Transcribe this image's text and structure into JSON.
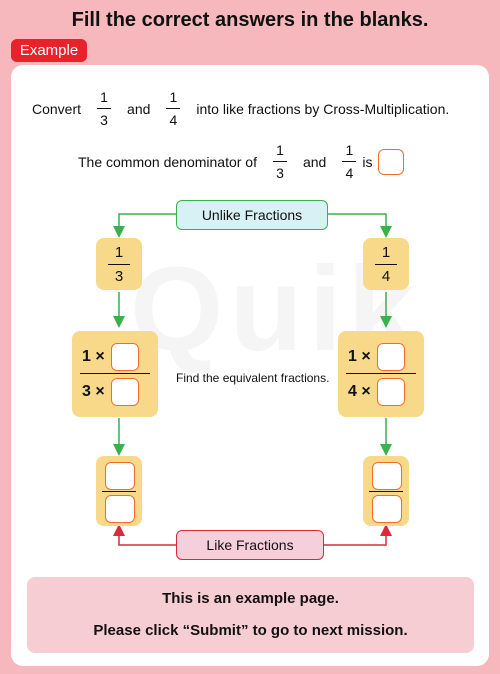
{
  "page": {
    "title": "Fill the correct answers in the blanks.",
    "tag": "Example"
  },
  "question": {
    "convert_label": "Convert",
    "and_label": "and",
    "frac1": {
      "num": "1",
      "den": "3"
    },
    "frac2": {
      "num": "1",
      "den": "4"
    },
    "suffix": "into like fractions by Cross-Multiplication."
  },
  "denominator": {
    "prefix": "The common denominator of",
    "and_label": "and",
    "is_label": "is",
    "frac1": {
      "num": "1",
      "den": "3"
    },
    "frac2": {
      "num": "1",
      "den": "4"
    }
  },
  "diagram": {
    "unlike_label": "Unlike Fractions",
    "like_label": "Like Fractions",
    "left": {
      "num": "1",
      "den": "3",
      "top_op": "1 ×",
      "bot_op": "3 ×"
    },
    "right": {
      "num": "1",
      "den": "4",
      "top_op": "1 ×",
      "bot_op": "4 ×"
    },
    "middle_text": "Find the equivalent fractions."
  },
  "footer": {
    "line1": "This is an example page.",
    "line2": "Please click “Submit” to go to next mission."
  },
  "colors": {
    "green_arrow": "#3bb04b",
    "red_arrow": "#d92b3a",
    "answer_border": "#f26d2d"
  }
}
